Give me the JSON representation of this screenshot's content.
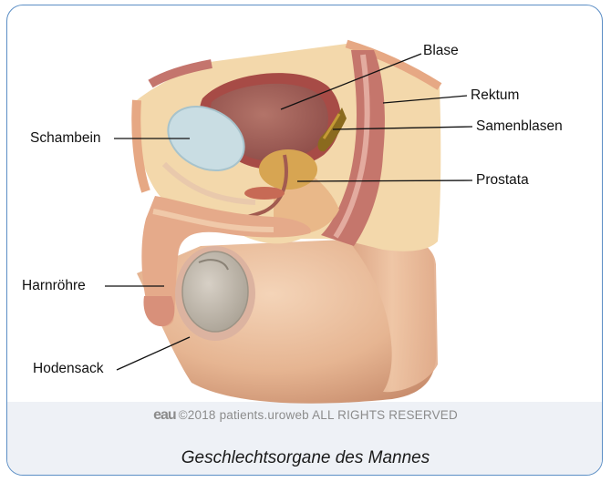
{
  "labels": {
    "blase": "Blase",
    "rektum": "Rektum",
    "samenblasen": "Samenblasen",
    "prostata": "Prostata",
    "schambein": "Schambein",
    "harnroehre": "Harnröhre",
    "hodensack": "Hodensack"
  },
  "copyright": {
    "logo": "eau",
    "text": "©2018 patients.uroweb ALL RIGHTS RESERVED"
  },
  "caption": "Geschlechtsorgane des Mannes",
  "colors": {
    "frame_border": "#5b8ec5",
    "skin": "#e8b996",
    "fat": "#f3d7a6",
    "muscle": "#b5605b",
    "bladder_wall": "#a84a46",
    "prostate": "#d7a552",
    "seminal_vesicle": "#8a6a1e",
    "pubic_bone": "#c9dde3"
  }
}
